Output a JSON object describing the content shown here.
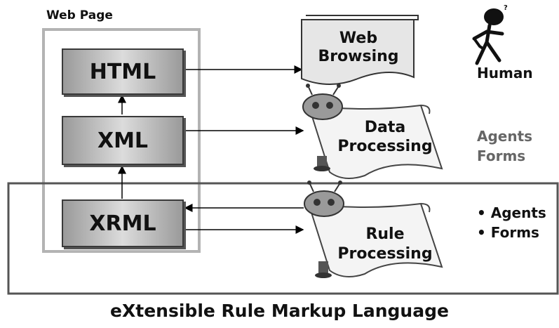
{
  "web_page_label": "Web Page",
  "boxes": {
    "html": "HTML",
    "xml": "XML",
    "xrml": "XRML"
  },
  "web_browsing": {
    "line1": "Web",
    "line2": "Browsing"
  },
  "data_processing": {
    "line1": "Data",
    "line2": "Processing"
  },
  "rule_processing": {
    "line1": "Rule",
    "line2": "Processing"
  },
  "human_label": "Human",
  "agents_forms": {
    "line1": "Agents",
    "line2": "Forms"
  },
  "bullets": [
    "• Agents",
    "• Forms"
  ],
  "footer": "eXtensible Rule Markup Language"
}
